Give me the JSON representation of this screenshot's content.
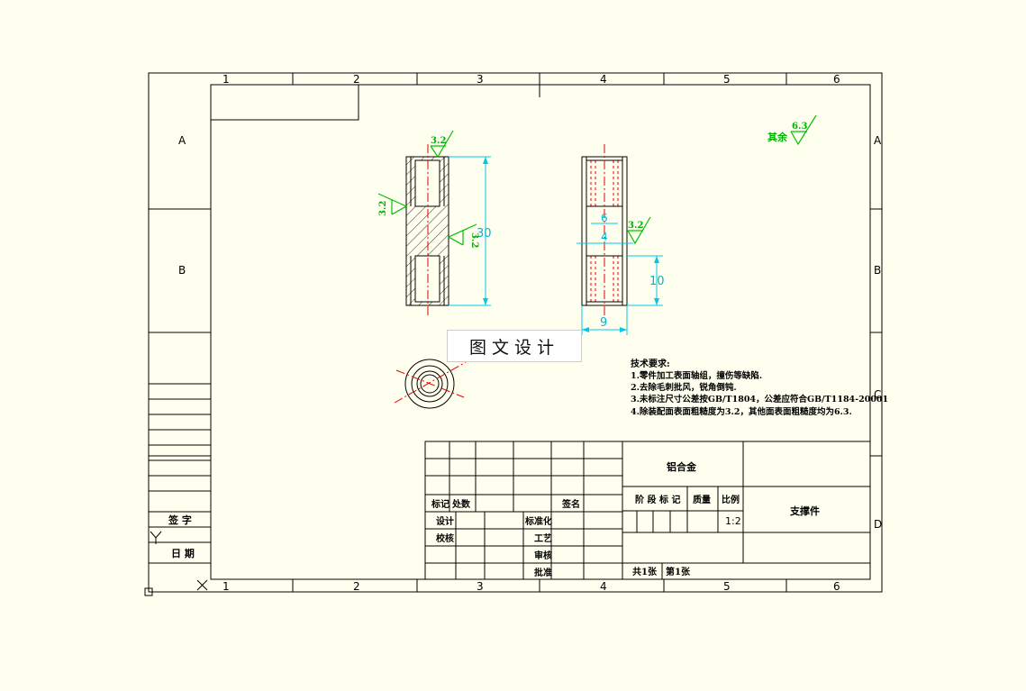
{
  "drawing": {
    "col_labels": [
      "1",
      "2",
      "3",
      "4",
      "5",
      "6"
    ],
    "row_labels": [
      "A",
      "B",
      "C",
      "D"
    ],
    "left_strip": {
      "sign": "签  字",
      "date": "日  期"
    },
    "surface_note": {
      "prefix": "其余",
      "value": "6.3"
    },
    "roughness_marks": [
      "3.2",
      "3.2",
      "3.2",
      "3.2"
    ],
    "dimensions": {
      "height": "30",
      "bore": "6",
      "thread": "4",
      "depth": "10",
      "width": "9"
    },
    "notes": {
      "title": "技术要求:",
      "lines": [
        "1.零件加工表面轴组，撞伤等缺陷.",
        "2.去除毛刺批风，锐角倒钝.",
        "3.未标注尺寸公差按GB/T1804，公差应符合GB/T1184-20001",
        "4.除装配面表面粗糙度为3.2，其他面表面粗糙度均为6.3."
      ]
    },
    "watermark": "图文设计"
  },
  "title_block": {
    "material": "铝合金",
    "part_name": "支撑件",
    "scale": "1:2",
    "mark": "标记",
    "count": "处数",
    "signature": "签名",
    "design": "设计",
    "check": "校核",
    "standardize": "标准化",
    "process": "工艺",
    "review": "审核",
    "approve": "批准",
    "stage": "阶 段 标 记",
    "mass": "质量",
    "ratio": "比例",
    "sheets": "共1张",
    "sheet_no": "第1张"
  }
}
